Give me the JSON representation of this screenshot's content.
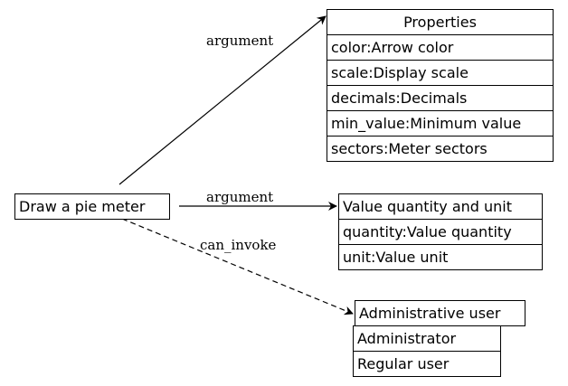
{
  "source_node": {
    "label": "Draw a pie meter"
  },
  "properties_node": {
    "title": "Properties",
    "items": [
      "color:Arrow color",
      "scale:Display scale",
      "decimals:Decimals",
      "min_value:Minimum value",
      "sectors:Meter sectors"
    ]
  },
  "value_node": {
    "title": "Value quantity and unit",
    "items": [
      "quantity:Value quantity",
      "unit:Value unit"
    ]
  },
  "user_node": {
    "title": "Administrative user",
    "items": [
      "Administrator",
      "Regular user"
    ]
  },
  "edges": {
    "to_properties": "argument",
    "to_value": "argument",
    "to_user": "can_invoke"
  }
}
